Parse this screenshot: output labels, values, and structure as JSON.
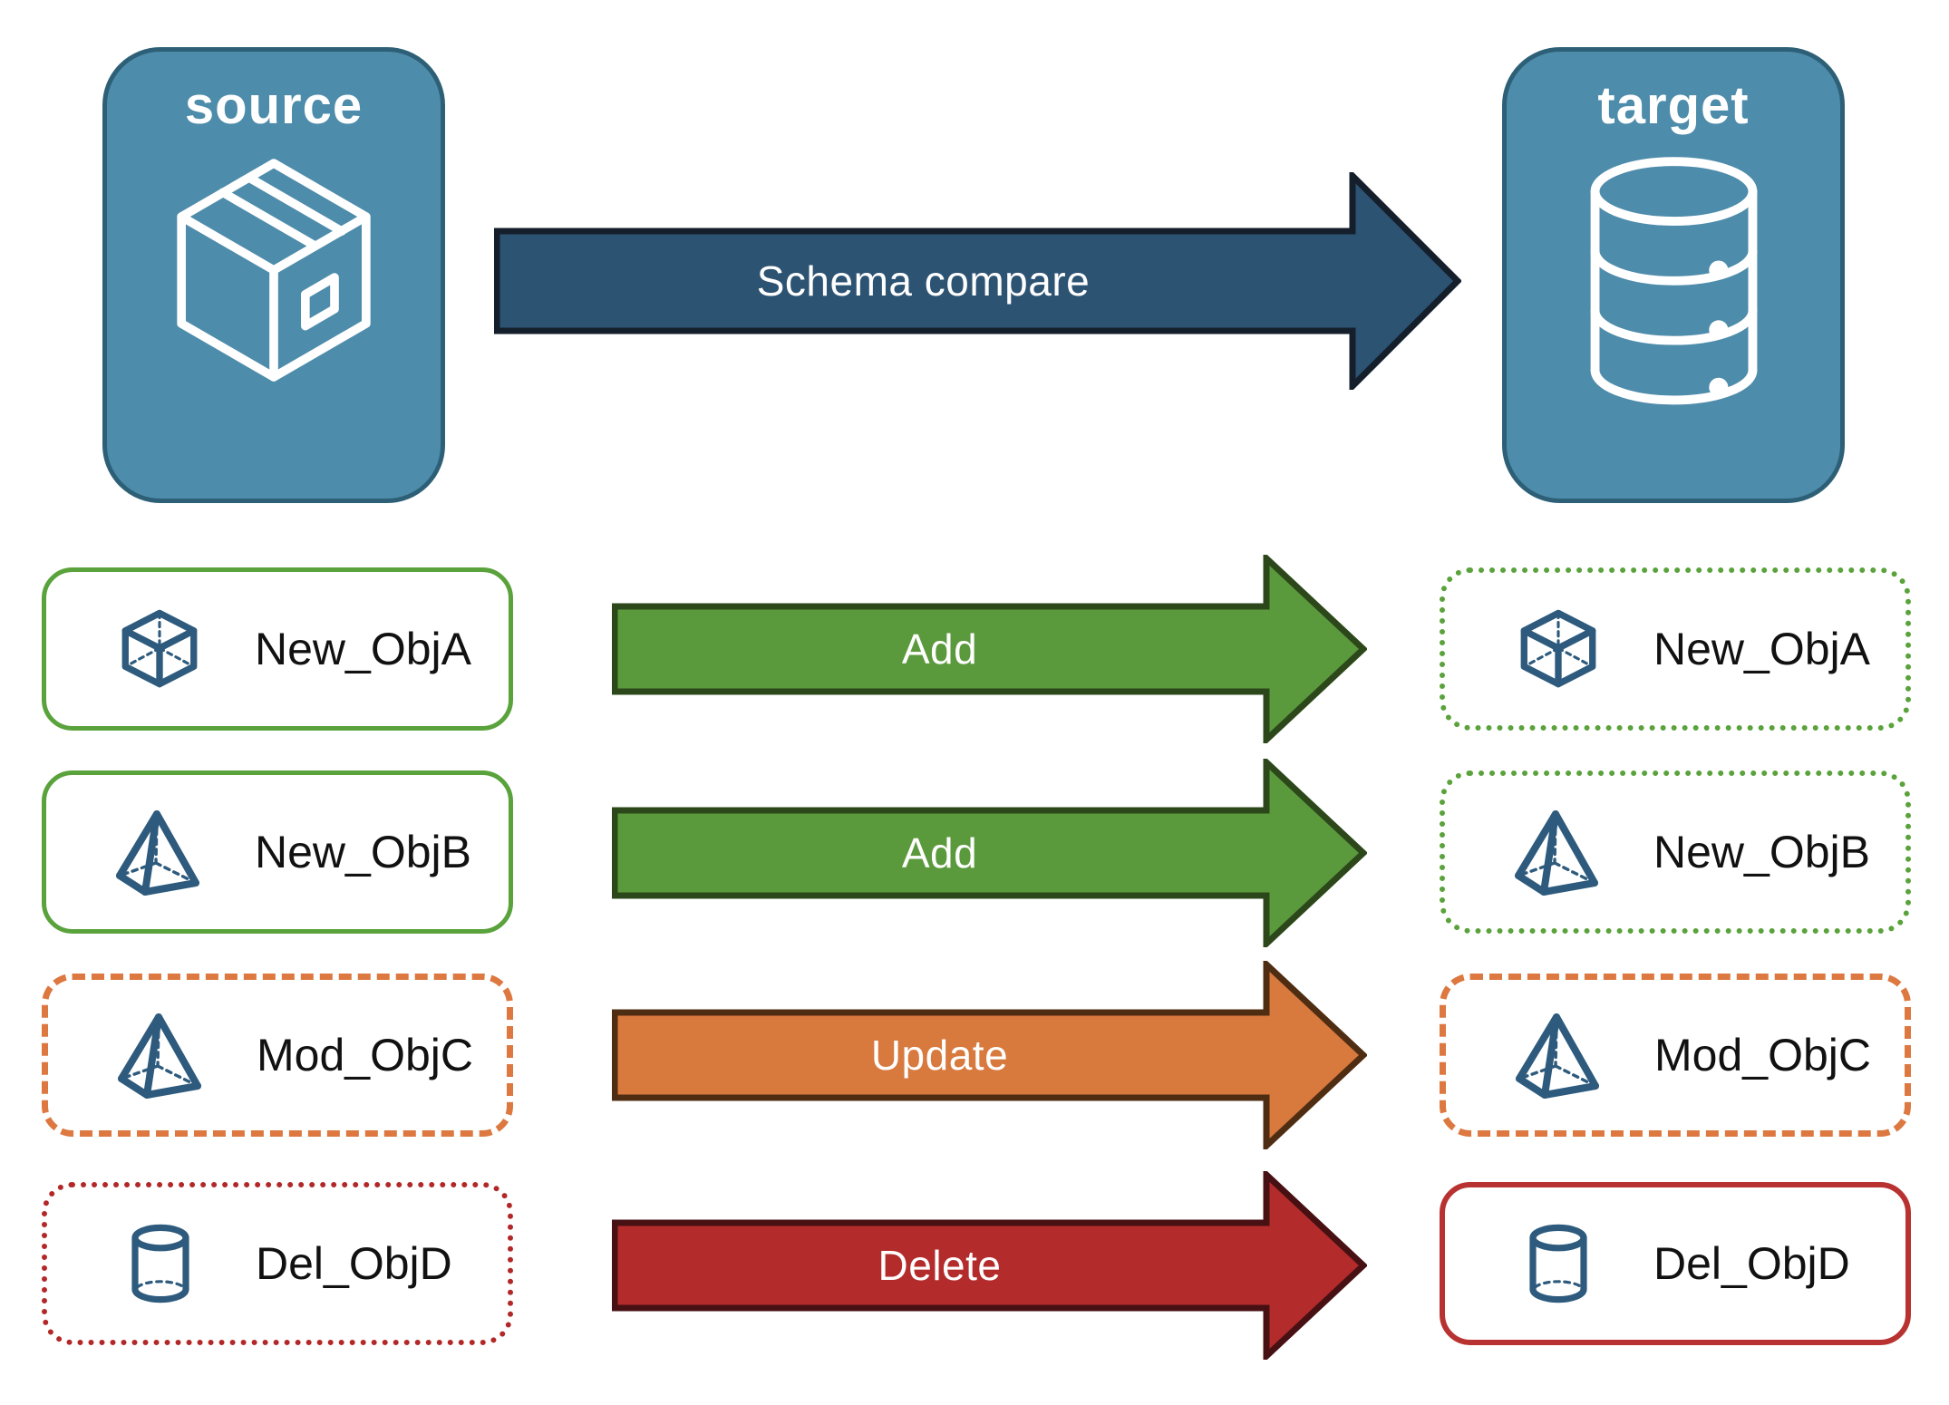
{
  "source_panel": {
    "label": "source",
    "icon": "package-icon"
  },
  "target_panel": {
    "label": "target",
    "icon": "database-icon"
  },
  "main_arrow": {
    "label": "Schema compare"
  },
  "rows": [
    {
      "source": {
        "label": "New_ObjA",
        "icon": "cube-icon",
        "border": "green-solid"
      },
      "action": {
        "label": "Add",
        "type": "add"
      },
      "target": {
        "label": "New_ObjA",
        "icon": "cube-icon",
        "border": "green-dotted"
      }
    },
    {
      "source": {
        "label": "New_ObjB",
        "icon": "pyramid-icon",
        "border": "green-solid"
      },
      "action": {
        "label": "Add",
        "type": "add"
      },
      "target": {
        "label": "New_ObjB",
        "icon": "pyramid-icon",
        "border": "green-dotted"
      }
    },
    {
      "source": {
        "label": "Mod_ObjC",
        "icon": "pyramid-icon",
        "border": "orange-dashed"
      },
      "action": {
        "label": "Update",
        "type": "update"
      },
      "target": {
        "label": "Mod_ObjC",
        "icon": "pyramid-icon",
        "border": "orange-dashed"
      }
    },
    {
      "source": {
        "label": "Del_ObjD",
        "icon": "cylinder-icon",
        "border": "red-dotted"
      },
      "action": {
        "label": "Delete",
        "type": "delete"
      },
      "target": {
        "label": "Del_ObjD",
        "icon": "cylinder-icon",
        "border": "red-solid"
      }
    }
  ],
  "colors": {
    "panel_fill": "#4E8CAB",
    "panel_border": "#2D6077",
    "panel_text": "#FFFFFF",
    "compare_arrow_fill": "#2D5373",
    "compare_arrow_border": "#141F2B",
    "add_arrow_fill": "#5B9A3C",
    "add_arrow_border": "#2C481B",
    "update_arrow_fill": "#D8793E",
    "update_arrow_border": "#4F2D12",
    "delete_arrow_fill": "#B32B2B",
    "delete_arrow_border": "#471114",
    "green_border": "#5AA23B",
    "orange_border": "#DC7840",
    "red_dotted_border": "#B22828",
    "red_solid_border": "#B73231",
    "icon_blue": "#2E5B7D",
    "label_text": "#111111"
  }
}
